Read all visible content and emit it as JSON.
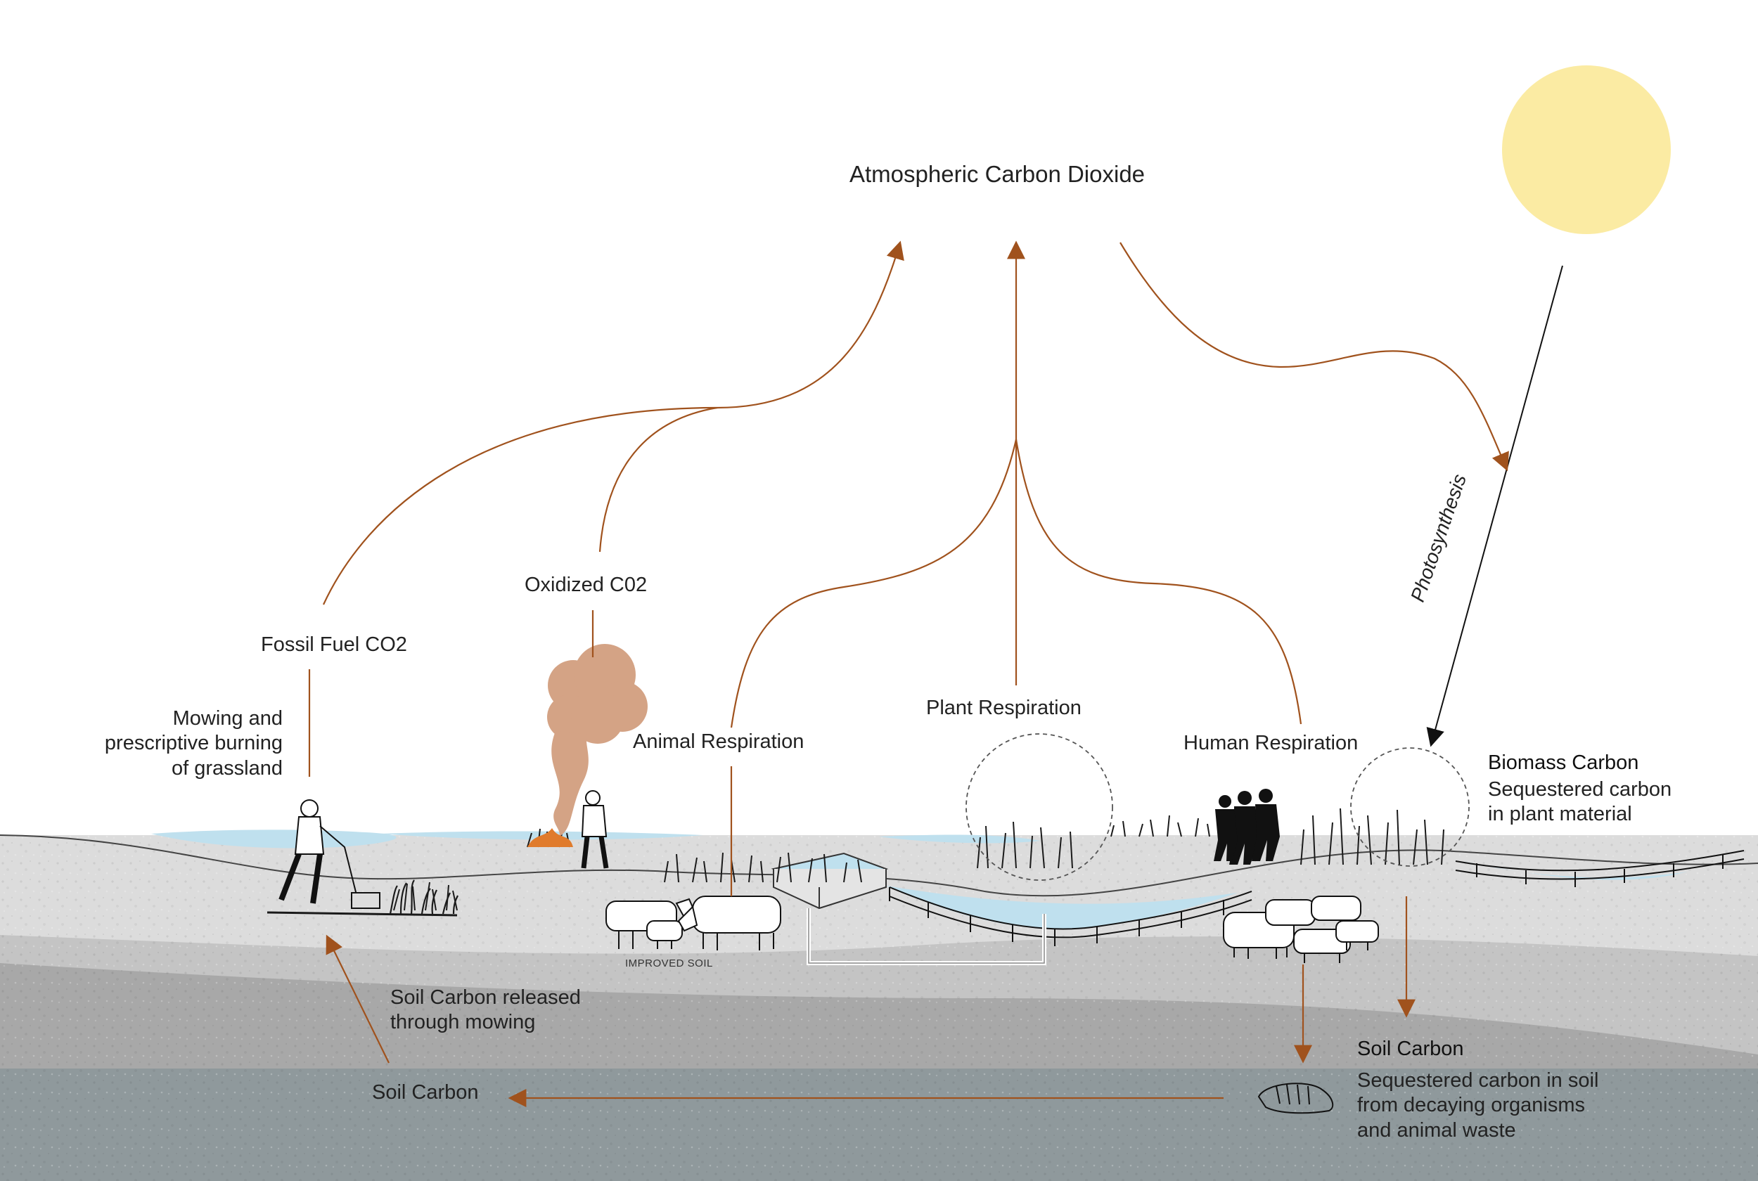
{
  "labels": {
    "atmospheric": "Atmospheric Carbon Dioxide",
    "fossil_fuel": "Fossil Fuel CO2",
    "oxidized": "Oxidized C02",
    "mowing": "Mowing and\nprescriptive burning\nof grassland",
    "animal_resp": "Animal Respiration",
    "plant_resp": "Plant Respiration",
    "human_resp": "Human Respiration",
    "photosynthesis": "Photosynthesis",
    "biomass_title": "Biomass Carbon",
    "biomass_desc": "Sequestered carbon\nin plant material",
    "soil_released": "Soil Carbon released\nthrough mowing",
    "soil_carbon_left": "Soil Carbon",
    "soil_carbon_title": "Soil Carbon",
    "soil_carbon_desc": "Sequestered carbon in soil\nfrom decaying organisms\nand animal waste",
    "improved_soil": "IMPROVED SOIL"
  },
  "colors": {
    "arrow": "#a0521d",
    "sun": "#fbeba3",
    "smoke": "#d4a385",
    "topsoil": "#dcdcdc",
    "midsoil": "#c3c3c3",
    "deepsoil": "#a6a6a6",
    "bedrock": "#8e989b",
    "water": "#bfe0ee"
  }
}
